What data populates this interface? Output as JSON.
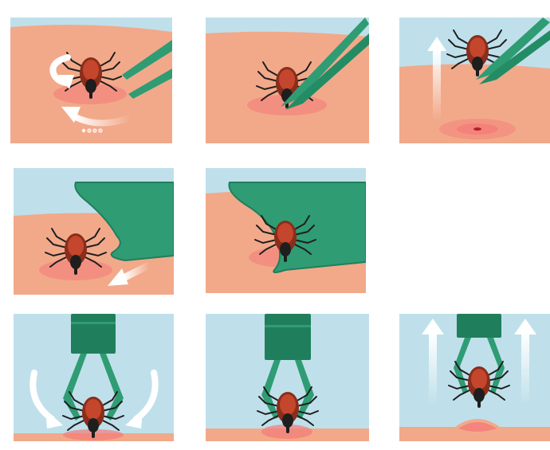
{
  "colors": {
    "sky": "#bfe0ea",
    "skin": "#f2a98a",
    "skin_dark": "#e99a7c",
    "bite": "#f47a78",
    "tool": "#2f9c74",
    "tool_dark": "#1f7f5c",
    "tick_body": "#8a2d1c",
    "tick_shield": "#c4462c",
    "tick_head": "#1e1e1e",
    "arrow": "#ffffff"
  },
  "panels": [
    {
      "id": "p1",
      "tool": "tweezers",
      "tool_position": "approach",
      "arrow": "rotate"
    },
    {
      "id": "p2",
      "tool": "tweezers",
      "tool_position": "grip",
      "arrow": "none"
    },
    {
      "id": "p3",
      "tool": "tweezers",
      "tool_position": "lifted",
      "arrow": "up"
    },
    {
      "id": "p4",
      "tool": "tick-card",
      "tool_position": "approach",
      "arrow": "slide"
    },
    {
      "id": "p5",
      "tool": "tick-card",
      "tool_position": "under-tick",
      "arrow": "none"
    },
    {
      "id": "p6",
      "tool": "tick-grabber",
      "tool_position": "open",
      "arrow": "press-in"
    },
    {
      "id": "p7",
      "tool": "tick-grabber",
      "tool_position": "closed",
      "arrow": "none"
    },
    {
      "id": "p8",
      "tool": "tick-grabber",
      "tool_position": "lifted",
      "arrow": "up"
    }
  ],
  "pager_dots": {
    "count": 4,
    "active": 1
  }
}
